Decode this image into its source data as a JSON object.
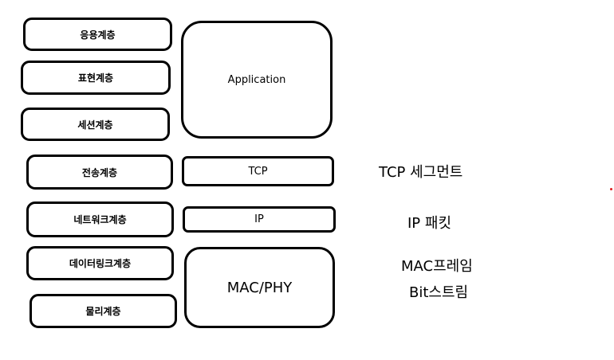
{
  "osi_layers": [
    {
      "label": "응용계층"
    },
    {
      "label": "표현계층"
    },
    {
      "label": "세션계층"
    },
    {
      "label": "전송계층"
    },
    {
      "label": "네트워크계층"
    },
    {
      "label": "데이터링크계층"
    },
    {
      "label": "물리계층"
    }
  ],
  "tcpip_layers": [
    {
      "label": "Application"
    },
    {
      "label": "TCP"
    },
    {
      "label": "IP"
    },
    {
      "label": "MAC/PHY"
    }
  ],
  "data_units": [
    {
      "label": "TCP 세그먼트"
    },
    {
      "label": "IP 패킷"
    },
    {
      "label": "MAC프레임"
    },
    {
      "label": "Bit스트림"
    }
  ],
  "colors": {
    "border": "#000000",
    "background": "#ffffff",
    "dot": "#e02020"
  }
}
